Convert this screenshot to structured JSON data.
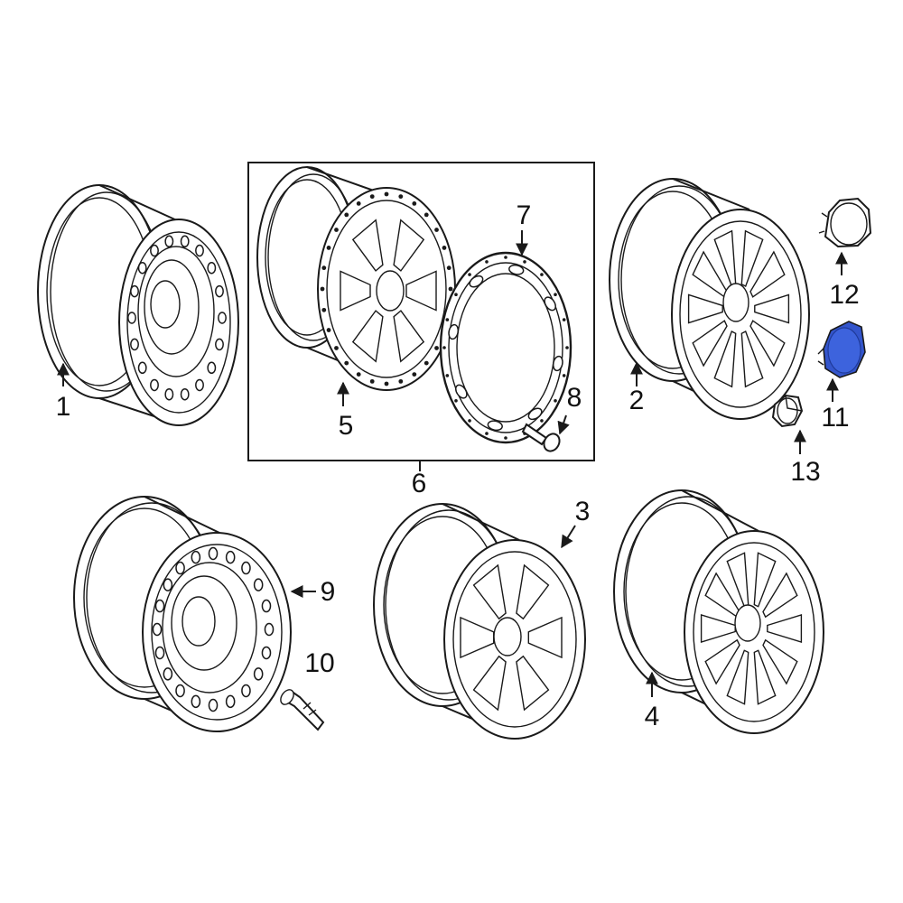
{
  "diagram": {
    "callouts": [
      {
        "id": "1",
        "label": "1"
      },
      {
        "id": "2",
        "label": "2"
      },
      {
        "id": "3",
        "label": "3"
      },
      {
        "id": "4",
        "label": "4"
      },
      {
        "id": "5",
        "label": "5"
      },
      {
        "id": "6",
        "label": "6"
      },
      {
        "id": "7",
        "label": "7"
      },
      {
        "id": "8",
        "label": "8"
      },
      {
        "id": "9",
        "label": "9"
      },
      {
        "id": "10",
        "label": "10"
      },
      {
        "id": "11",
        "label": "11"
      },
      {
        "id": "12",
        "label": "12"
      },
      {
        "id": "13",
        "label": "13"
      }
    ],
    "highlight_part": "11",
    "colors": {
      "line": "#1a1a1a",
      "highlight_fill": "#3355cc",
      "highlight_dark": "#1f3a99",
      "background": "#ffffff"
    }
  }
}
